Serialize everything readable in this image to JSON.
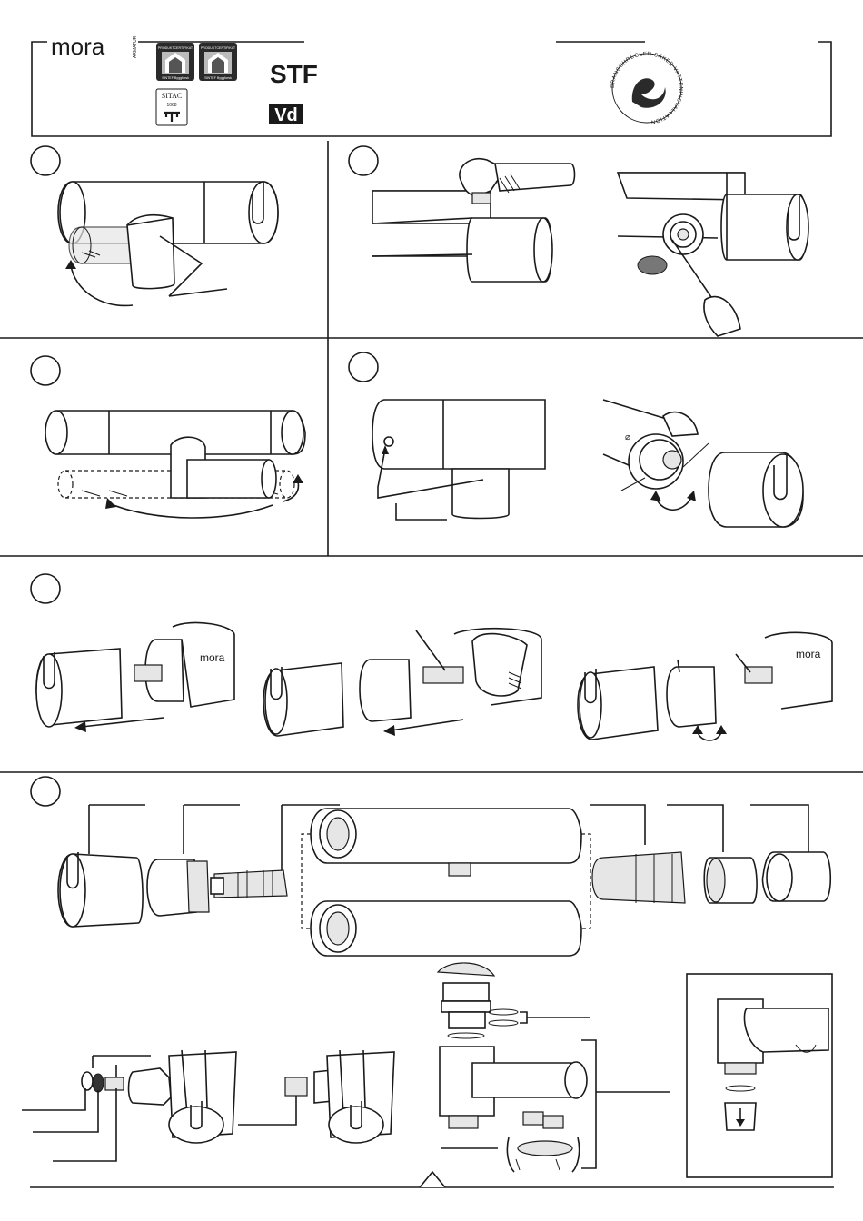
{
  "header": {
    "brand": "mora",
    "brand_sub": "ARMATUR",
    "cert1_top": "PRODUKTCERTIFIKAT",
    "cert1_bottom": "SINTEF Byggforsk",
    "cert2_top": "PRODUKTCERTIFIKAT",
    "cert2_bottom": "SINTEF Byggforsk",
    "sitac_top": "SITAC",
    "sitac_num": "1068",
    "stf": "STF",
    "vd": "Vd",
    "seal_text": "BRANSCHREGLER SÄKER VATTENINSTALLATION"
  },
  "panel_labels": {
    "step6_brand": "mora",
    "step6b_brand": "mora"
  },
  "icons": [
    "step-marker-circle",
    "hex-key-icon",
    "wrench-icon",
    "screwdriver-icon",
    "rotation-arrow-icon",
    "warning-triangle-icon",
    "arrow-down-icon"
  ]
}
